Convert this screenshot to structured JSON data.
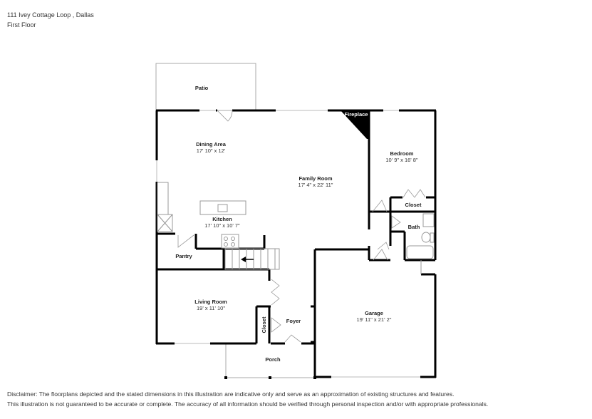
{
  "header": {
    "address": "111 Ivey Cottage Loop , Dallas",
    "floor": "First Floor"
  },
  "rooms": {
    "patio": {
      "name": "Patio",
      "dims": ""
    },
    "dining": {
      "name": "Dining Area",
      "dims": "17' 10\" x 12'"
    },
    "fireplace": {
      "name": "Fireplace",
      "dims": ""
    },
    "family": {
      "name": "Family Room",
      "dims": "17' 4\" x 22' 11\""
    },
    "bedroom": {
      "name": "Bedroom",
      "dims": "10' 9\" x 16' 8\""
    },
    "closet_bed": {
      "name": "Closet",
      "dims": ""
    },
    "bath": {
      "name": "Bath",
      "dims": ""
    },
    "kitchen": {
      "name": "Kitchen",
      "dims": "17' 10\" x 10' 7\""
    },
    "pantry": {
      "name": "Pantry",
      "dims": ""
    },
    "living": {
      "name": "Living Room",
      "dims": "19' x 11' 10\""
    },
    "closet_foyer": {
      "name": "Closet",
      "dims": ""
    },
    "foyer": {
      "name": "Foyer",
      "dims": ""
    },
    "garage": {
      "name": "Garage",
      "dims": "19' 11\" x 21' 2\""
    },
    "porch": {
      "name": "Porch",
      "dims": ""
    }
  },
  "disclaimer": {
    "line1": "Disclaimer: The floorplans depicted and the stated dimensions in this illustration are indicative only and serve as an approximation of existing structures and features.",
    "line2": "This illustration is not guaranteed to be accurate or complete. The accuracy of all information should be verified through personal inspection and/or with appropriate professionals."
  },
  "colors": {
    "wall": "#000000",
    "thin_line": "#9a9a9a",
    "text": "#222222"
  }
}
